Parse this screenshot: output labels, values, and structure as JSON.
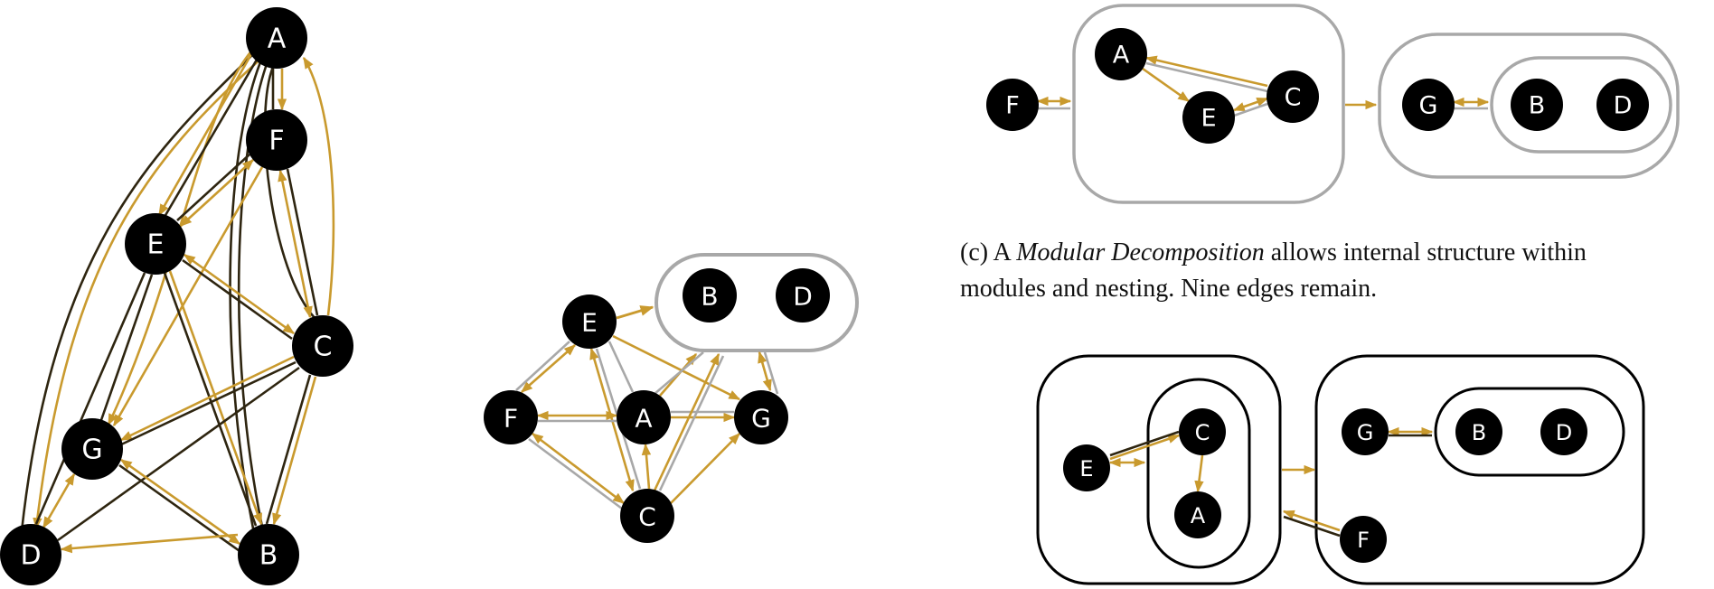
{
  "colors": {
    "gold": "#C99A2E",
    "dark": "#2E2510",
    "grey": "#A8A8A8",
    "black": "#000000"
  },
  "captions": {
    "c": {
      "prefix": "(c)  A ",
      "italic": "Modular Decomposition",
      "suffix": " allows internal structure within",
      "line2": "modules and nesting. Nine edges remain."
    }
  },
  "graph_a": {
    "nodes": [
      {
        "id": "A",
        "label": "A"
      },
      {
        "id": "F",
        "label": "F"
      },
      {
        "id": "E",
        "label": "E"
      },
      {
        "id": "C",
        "label": "C"
      },
      {
        "id": "G",
        "label": "G"
      },
      {
        "id": "D",
        "label": "D"
      },
      {
        "id": "B",
        "label": "B"
      }
    ]
  },
  "graph_b": {
    "nodes": [
      {
        "id": "E",
        "label": "E"
      },
      {
        "id": "B",
        "label": "B"
      },
      {
        "id": "D",
        "label": "D"
      },
      {
        "id": "F",
        "label": "F"
      },
      {
        "id": "A",
        "label": "A"
      },
      {
        "id": "G",
        "label": "G"
      },
      {
        "id": "C",
        "label": "C"
      }
    ]
  },
  "graph_c": {
    "nodes": [
      {
        "id": "A",
        "label": "A"
      },
      {
        "id": "C",
        "label": "C"
      },
      {
        "id": "E",
        "label": "E"
      },
      {
        "id": "F",
        "label": "F"
      },
      {
        "id": "G",
        "label": "G"
      },
      {
        "id": "B",
        "label": "B"
      },
      {
        "id": "D",
        "label": "D"
      }
    ]
  },
  "graph_d": {
    "nodes": [
      {
        "id": "C",
        "label": "C"
      },
      {
        "id": "E",
        "label": "E"
      },
      {
        "id": "A",
        "label": "A"
      },
      {
        "id": "G",
        "label": "G"
      },
      {
        "id": "B",
        "label": "B"
      },
      {
        "id": "D",
        "label": "D"
      },
      {
        "id": "F",
        "label": "F"
      }
    ]
  }
}
